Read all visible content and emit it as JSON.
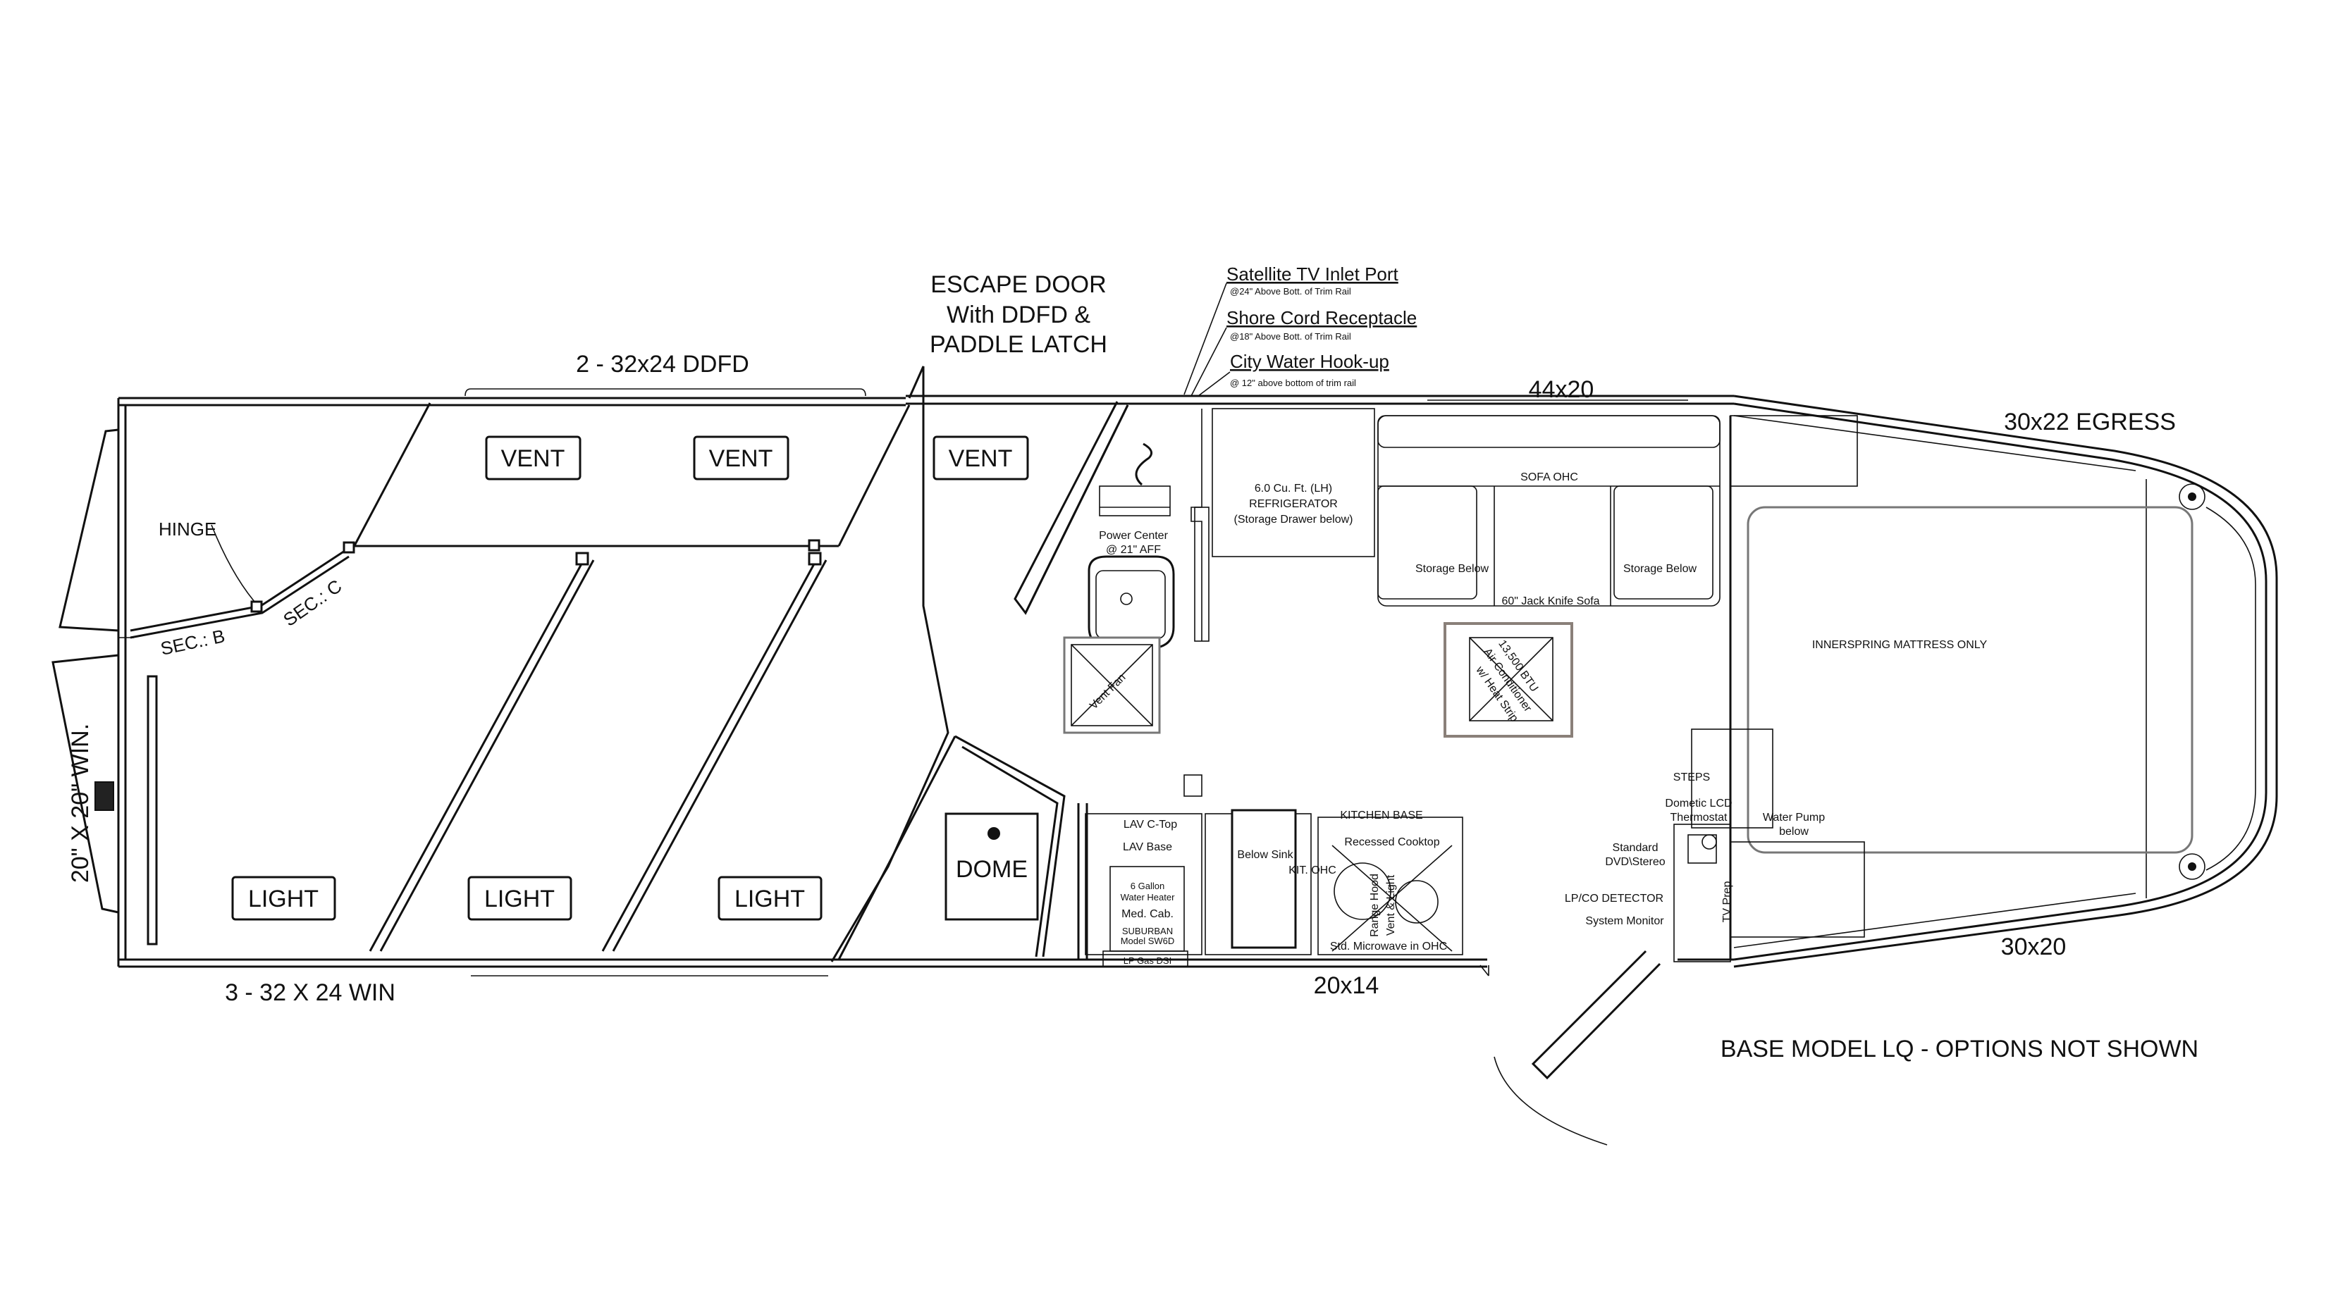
{
  "labels": {
    "escape_door": [
      "ESCAPE DOOR",
      "With DDFD &",
      "PADDLE LATCH"
    ],
    "ddfd_top": "2 - 32x24 DDFD",
    "win_bottom": "3 - 32 X 24 WIN",
    "win_side": "20\" X 20\" WIN.",
    "hinge": "HINGE",
    "sec_b": "SEC.: B",
    "sec_c": "SEC.: C",
    "vent": "VENT",
    "light": "LIGHT",
    "dome": "DOME",
    "satellite": "Satellite TV Inlet Port",
    "satellite_sub": "@24\" Above Bott. of Trim Rail",
    "shore": "Shore Cord Receptacle",
    "shore_sub": "@18\" Above Bott. of Trim Rail",
    "city_water": "City Water Hook-up",
    "city_water_sub": "@ 12\" above bottom of trim rail",
    "win_44x20": "44x20",
    "egress": "30x22 EGRESS",
    "win_30x20": "30x20",
    "win_20x14": "20x14",
    "base_model": "BASE MODEL LQ - OPTIONS NOT SHOWN",
    "power_center": [
      "Power Center",
      "@ 21\" AFF"
    ],
    "vent_fan": "Vent Fan",
    "fridge": [
      "6.0 Cu. Ft. (LH)",
      "REFRIGERATOR",
      "(Storage Drawer below)"
    ],
    "sofa_ohc": "SOFA OHC",
    "storage_below_1": "Storage Below",
    "storage_below_2": "Storage Below",
    "jack_knife": "60\" Jack Knife Sofa",
    "ac": [
      "13,500 BTU",
      "Air Conditioner",
      "w/ Heat Strip"
    ],
    "mattress": "INNERSPRING MATTRESS ONLY",
    "steps": "STEPS",
    "lcd": [
      "Dometic LCD",
      "Thermostat"
    ],
    "water_pump": [
      "Water Pump",
      "below"
    ],
    "dvd": [
      "Standard",
      "DVD\\Stereo"
    ],
    "lpco": "LP/CO DETECTOR",
    "sys_monitor": "System Monitor",
    "tv_prep": "TV Prep",
    "lav_top": "LAV C-Top",
    "lav_base": "LAV Base",
    "water_heater": [
      "6 Gallon",
      "Water Heater"
    ],
    "med_cab": "Med. Cab.",
    "suburban": [
      "SUBURBAN",
      "Model SW6D"
    ],
    "lp_gas": "LP Gas DSI",
    "kitchen_base": "KITCHEN BASE",
    "below_sink": "Below Sink",
    "kit_ohc": "KIT. OHC",
    "cooktop": "Recessed Cooktop",
    "range_hood": [
      "Range Hood",
      "Vent & Light"
    ],
    "microwave": "Std. Microwave in OHC"
  }
}
